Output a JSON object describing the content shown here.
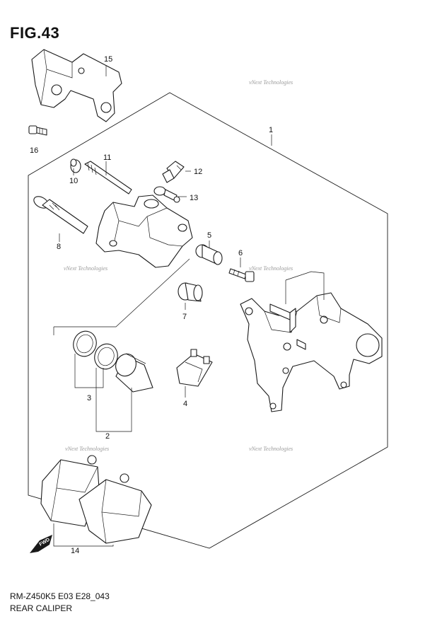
{
  "figure": {
    "title": "FIG.43",
    "code": "RM-Z450K5 E03 E28_043",
    "name": "REAR CALIPER"
  },
  "watermark": "vNext Technologies",
  "fwd_label": "FWD",
  "callouts": {
    "c1": "1",
    "c2": "2",
    "c3": "3",
    "c4": "4",
    "c5": "5",
    "c6": "6",
    "c7": "7",
    "c8": "8",
    "c10": "10",
    "c11": "11",
    "c12": "12",
    "c13": "13",
    "c14": "14",
    "c15": "15",
    "c16": "16"
  }
}
